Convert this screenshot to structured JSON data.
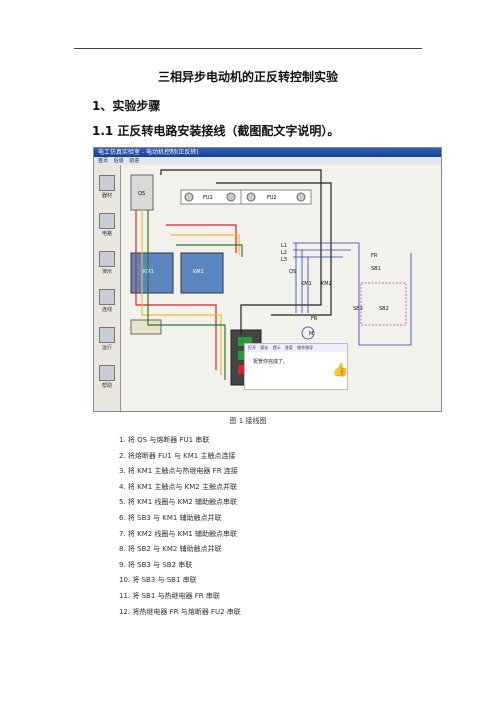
{
  "doc": {
    "title": "三相异步电动机的正反转控制实验",
    "section1": "1、实验步骤",
    "section1_1": "1.1 正反转电路安装接线（截图配文字说明）。",
    "figure_caption": "图  1  接线图"
  },
  "figure": {
    "window_title": "电工仿真实验室 - 电动机控制(正反转)",
    "toolbar": [
      "首页",
      "后退",
      "前进"
    ],
    "sidebar": [
      "器材",
      "电路",
      "演示",
      "连线",
      "运行",
      "帮助"
    ],
    "labels": {
      "qs": "QS",
      "fu1": "FU1",
      "fu2": "FU2",
      "km1": "KM1",
      "km2": "KM2",
      "fr": "FR",
      "sb1": "SB1",
      "sb2": "SB2",
      "sb3": "SB3",
      "l1": "L1",
      "l2": "L2",
      "l3": "L3",
      "m": "M"
    },
    "status_head": [
      "打开",
      "保存",
      "提示",
      "答案",
      "操作指导"
    ],
    "status_msg": "祝贺你完成了。"
  },
  "steps": [
    "1.  将  QS  与熔断器  FU1  串联",
    "2.  将熔断器  FU1  与  KM1  主触点连接",
    "3.  将  KM1  主触点与热继电器  FR  连接",
    "4.  将  KM1  主触点与  KM2  主触点并联",
    "5.  将  KM1  线圈与  KM2  辅助触点串联",
    "6.  将  SB3  与  KM1  辅助触点并联",
    "7.  将  KM2  线圈与  KM1  辅助触点串联",
    "8.  将  SB2  与  KM2  辅助触点并联",
    "9.  将  SB3  与  SB2  串联",
    "10.  将  SB3  与  SB1  串联",
    "11.  将  SB1  与热继电器  FR  串联",
    "12.  将热继电器  FR  与熔断器  FU2  串联"
  ]
}
